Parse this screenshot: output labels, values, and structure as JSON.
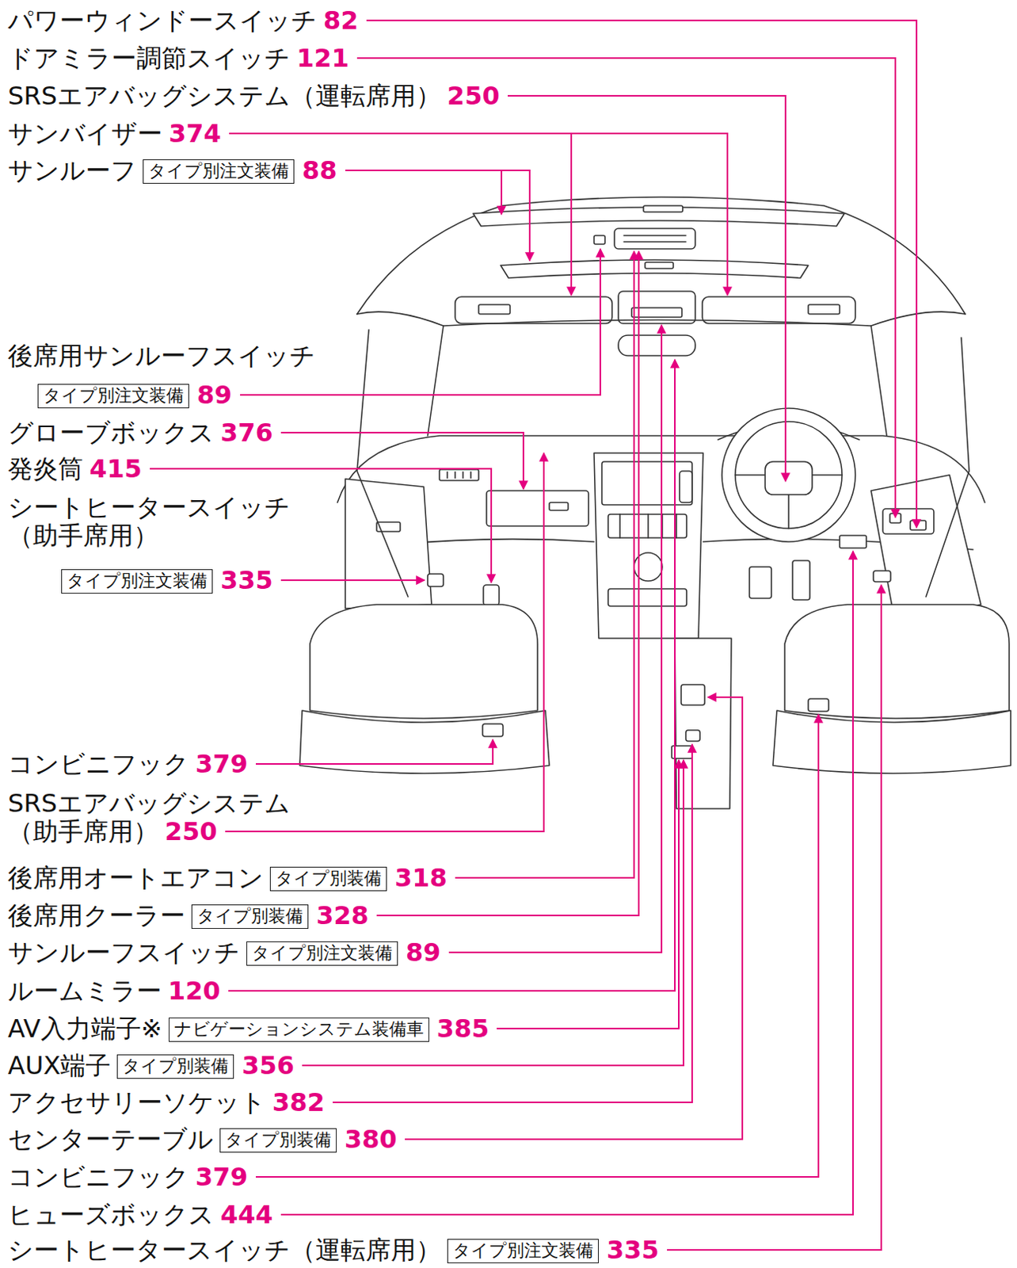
{
  "diagram": {
    "nodes": [
      {
        "text": [
          "タイプ別注文装備"
        ]
      },
      {
        "text": [
          "タイプ別注文装備"
        ]
      },
      {
        "text": [
          "タイプ別注文装備"
        ]
      },
      {
        "text": [
          "タイプ別装備"
        ]
      },
      {
        "text": [
          "タイプ別装備"
        ]
      },
      {
        "text": [
          "タイプ別注文装備"
        ]
      },
      {
        "text": [
          "ナビゲーションシステム装備車"
        ]
      },
      {
        "text": [
          "タイプ別装備"
        ]
      },
      {
        "text": [
          "タイプ別装備"
        ]
      },
      {
        "text": [
          "タイプ別注文装備"
        ]
      }
    ],
    "labels": [
      "パワーウィンドースイッチ",
      "82",
      "ドアミラー調節スイッチ",
      "121",
      "SRSエアバッグシステム（運転席用）",
      "250",
      "サンバイザー",
      "374",
      "サンルーフ",
      "88",
      "後席用サンルーフスイッチ",
      "89",
      "グローブボックス",
      "376",
      "発炎筒",
      "415",
      "シートヒータースイッチ （助手席用）",
      "335",
      "コンビニフック",
      "379",
      "SRSエアバッグシステム （助手席用）",
      "250",
      "後席用オートエアコン",
      "318",
      "後席用クーラー",
      "328",
      "サンルーフスイッチ",
      "89",
      "ルームミラー",
      "120",
      "AV入力端子※",
      "385",
      "AUX端子",
      "356",
      "アクセサリーソケット",
      "382",
      "センターテーブル",
      "380",
      "コンビニフック",
      "379",
      "ヒューズボックス",
      "444",
      "シートヒータースイッチ（運転席用）",
      "335"
    ]
  }
}
